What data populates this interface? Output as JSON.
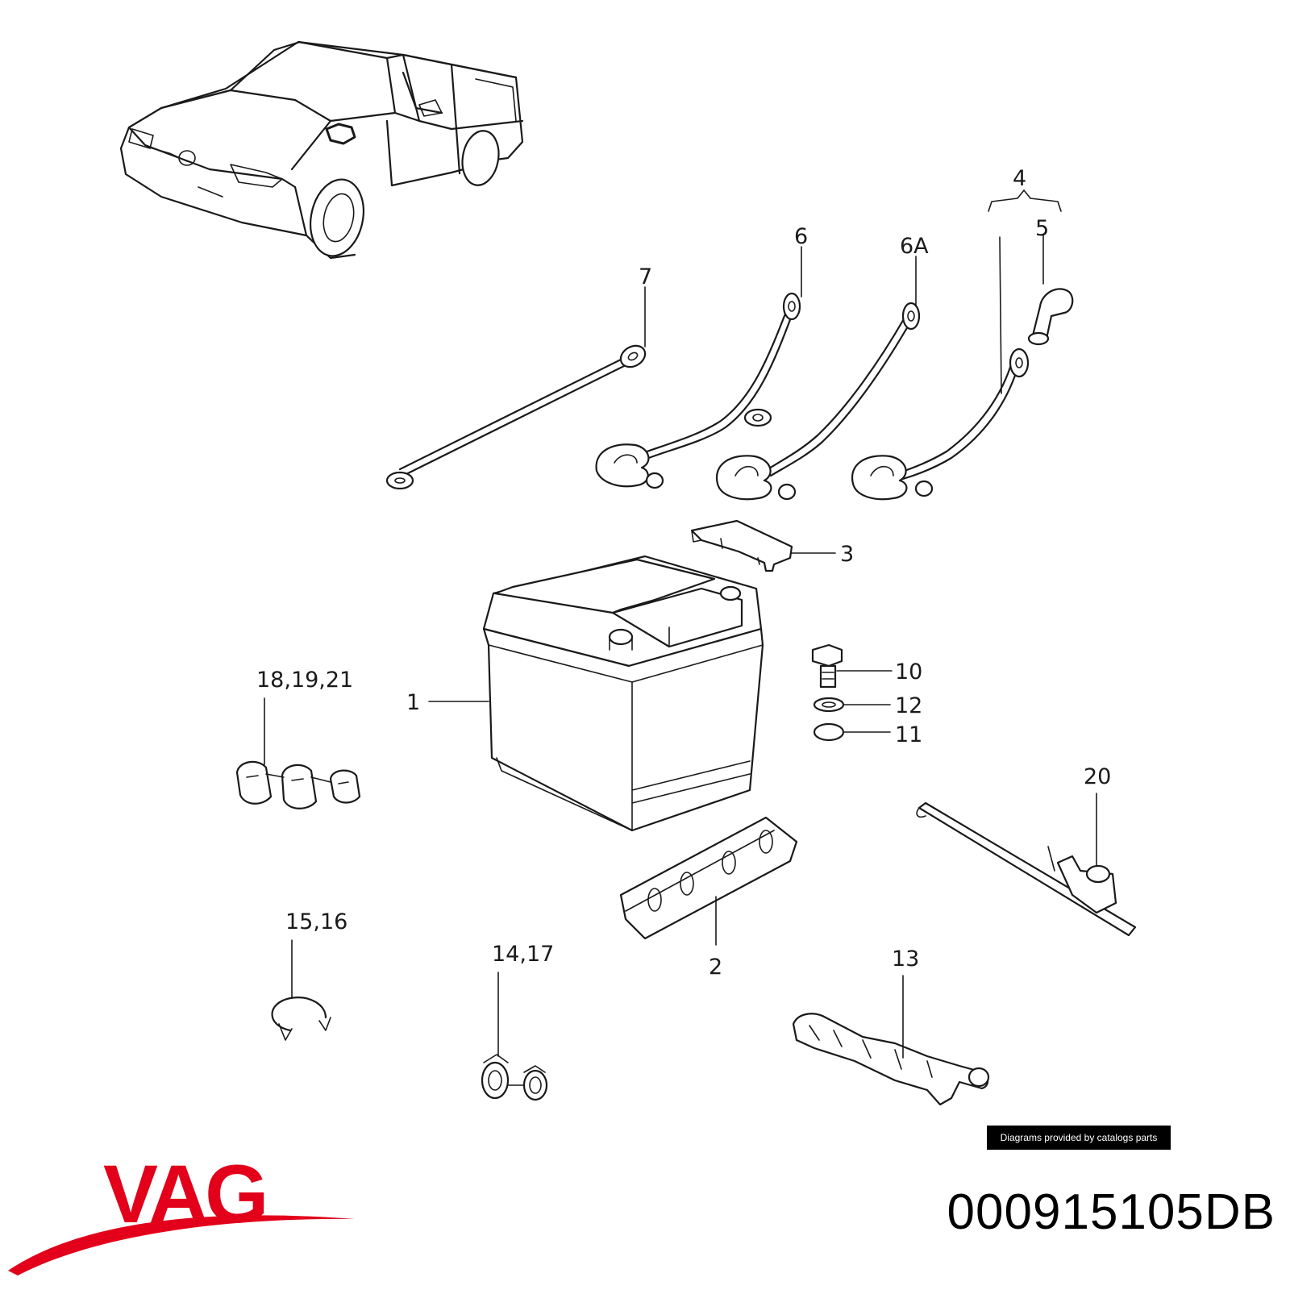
{
  "diagram": {
    "callouts": {
      "c1": "1",
      "c2": "2",
      "c3": "3",
      "c4": "4",
      "c5": "5",
      "c6": "6",
      "c6a": "6A",
      "c7": "7",
      "c10": "10",
      "c11": "11",
      "c12": "12",
      "c13": "13",
      "c14_17": "14,17",
      "c15_16": "15,16",
      "c18_19_21": "18,19,21",
      "c20": "20"
    },
    "credit": "Diagrams provided by catalogs parts"
  },
  "brand": {
    "name": "VAG",
    "color": "#e2001a"
  },
  "part_number": "000915105DB"
}
